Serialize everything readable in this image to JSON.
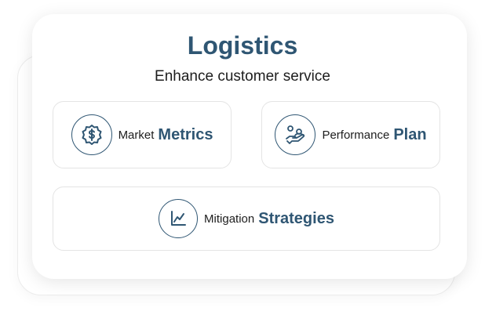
{
  "header": {
    "title": "Logistics",
    "subtitle": "Enhance customer service"
  },
  "cards": [
    {
      "label": "Market",
      "emphasis": "Metrics",
      "icon": "dollar-badge-icon"
    },
    {
      "label": "Performance",
      "emphasis": "Plan",
      "icon": "hand-people-icon"
    },
    {
      "label": "Mitigation",
      "emphasis": "Strategies",
      "icon": "line-chart-icon"
    }
  ],
  "colors": {
    "accent": "#2f5673",
    "text": "#1d1d1d"
  }
}
